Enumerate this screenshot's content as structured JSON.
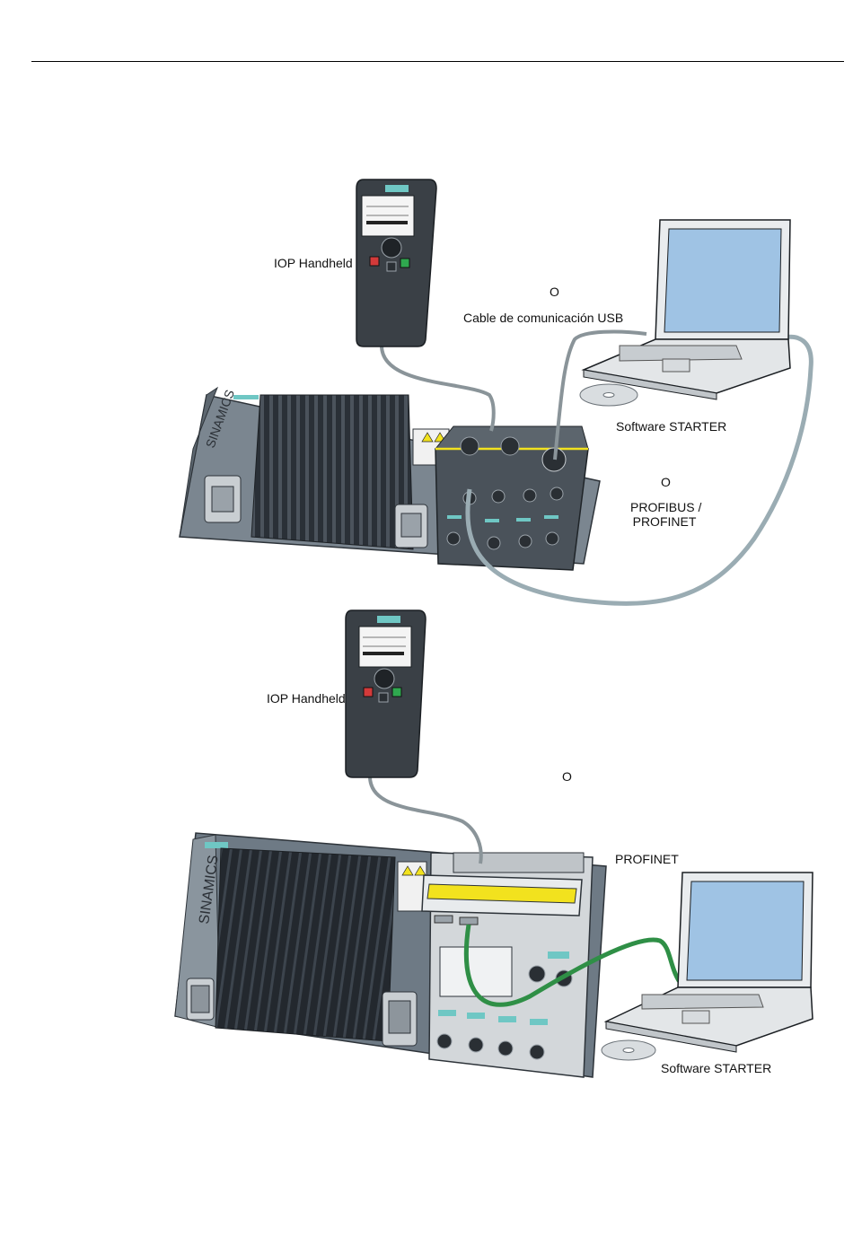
{
  "labels": {
    "top": {
      "iop": "IOP Handheld",
      "or1": "O",
      "usb": "Cable de comunicación USB",
      "starter": "Software STARTER",
      "or2": "O",
      "bus_line1": "PROFIBUS /",
      "bus_line2": "PROFINET"
    },
    "bottom": {
      "iop": "IOP Handheld",
      "or": "O",
      "profinet": "PROFINET",
      "starter": "Software STARTER"
    }
  },
  "device_brand": "SINAMICS",
  "colors": {
    "laptop_screen": "#9fc3e4",
    "status_green": "#2fa84f",
    "stop_red": "#d33a3a",
    "warning_yellow": "#f2e21e",
    "profinet_cable": "#2f8f46",
    "bus_cable": "#9aacb3"
  }
}
